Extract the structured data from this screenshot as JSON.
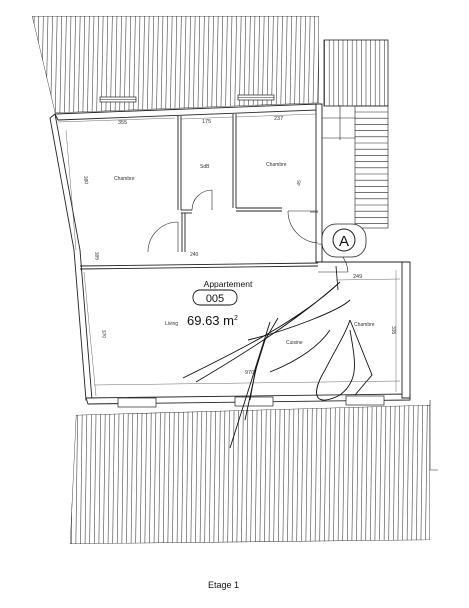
{
  "rooms": [
    {
      "label": "Chambre"
    },
    {
      "label": "SdB"
    },
    {
      "label": "Chambre"
    },
    {
      "label": "Living"
    },
    {
      "label": "Chambre"
    },
    {
      "label": "Cuisine"
    }
  ],
  "apartment": {
    "title": "Appartement",
    "number": "005",
    "area_value": "69.63 m",
    "area_unit_sup": "2"
  },
  "dimensions": {
    "top_left": "355",
    "top_middle": "175",
    "top_right": "237",
    "left_upper": "380",
    "left_middle": "395",
    "left_lower": "370",
    "right_chambre": "249",
    "right_vertical": "335",
    "door_height": "240",
    "bottom_width": "970",
    "small_angle": "45"
  },
  "marker": {
    "letter": "A"
  },
  "floor": {
    "label": "Etage 1"
  }
}
